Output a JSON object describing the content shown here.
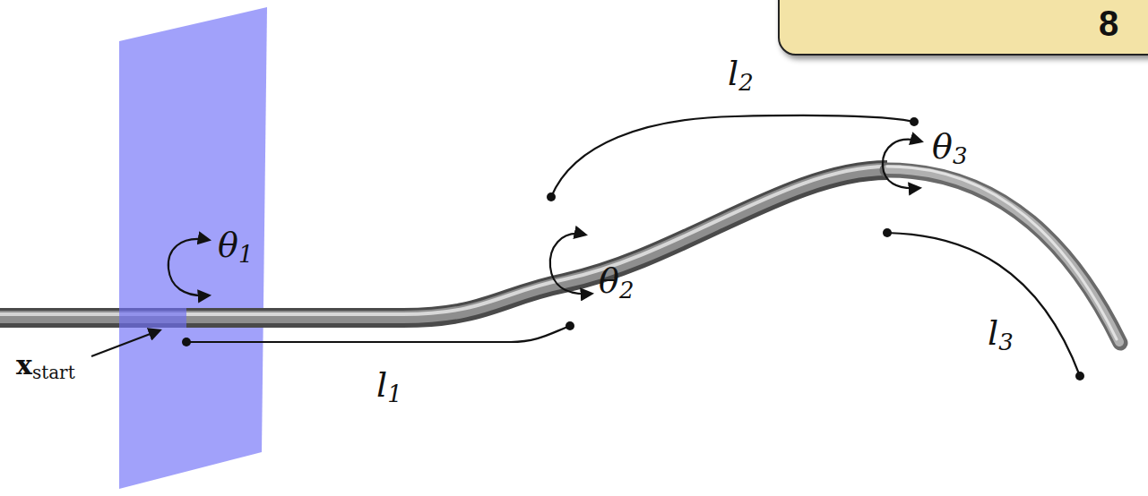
{
  "diagram": {
    "nodes": [
      {
        "text": [
          "8"
        ]
      }
    ],
    "labels": [
      "θ1",
      "θ2",
      "θ3",
      "l1",
      "l2",
      "l3",
      "xstart"
    ]
  }
}
